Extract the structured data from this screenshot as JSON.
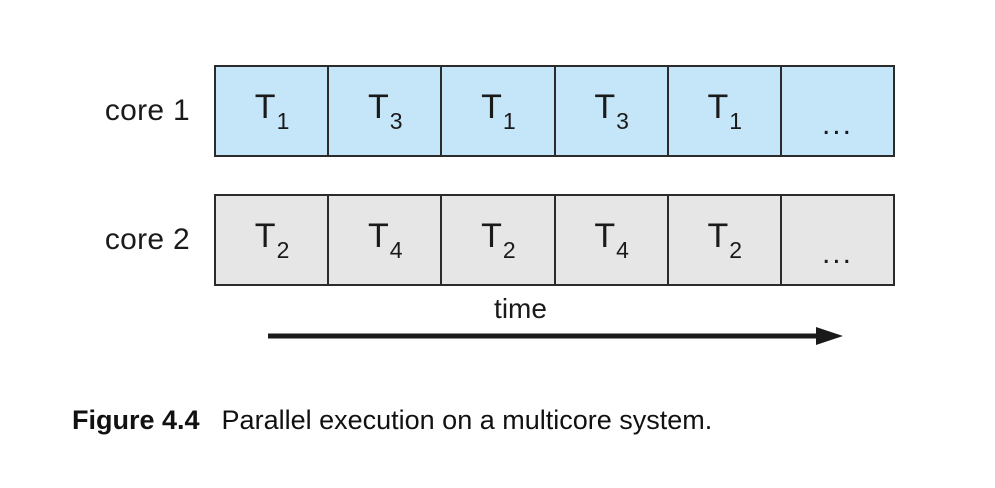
{
  "figure": {
    "caption_label": "Figure 4.4",
    "caption_text": "Parallel execution on a multicore system.",
    "time_axis_label": "time",
    "arrow_icon": "right-arrow-icon"
  },
  "colors": {
    "core1_fill": "#c5e6f9",
    "core2_fill": "#e6e6e6",
    "stroke": "#2b2b2b",
    "text": "#1a1a1a",
    "background": "#ffffff"
  },
  "diagram": {
    "type": "timeline-gantt",
    "rows": [
      {
        "label": "core 1",
        "fill": "#c5e6f9",
        "slots": [
          {
            "base": "T",
            "sub": "1",
            "ellipsis": false
          },
          {
            "base": "T",
            "sub": "3",
            "ellipsis": false
          },
          {
            "base": "T",
            "sub": "1",
            "ellipsis": false
          },
          {
            "base": "T",
            "sub": "3",
            "ellipsis": false
          },
          {
            "base": "T",
            "sub": "1",
            "ellipsis": false
          },
          {
            "base": "...",
            "sub": "",
            "ellipsis": true
          }
        ]
      },
      {
        "label": "core 2",
        "fill": "#e6e6e6",
        "slots": [
          {
            "base": "T",
            "sub": "2",
            "ellipsis": false
          },
          {
            "base": "T",
            "sub": "4",
            "ellipsis": false
          },
          {
            "base": "T",
            "sub": "2",
            "ellipsis": false
          },
          {
            "base": "T",
            "sub": "4",
            "ellipsis": false
          },
          {
            "base": "T",
            "sub": "2",
            "ellipsis": false
          },
          {
            "base": "...",
            "sub": "",
            "ellipsis": true
          }
        ]
      }
    ]
  }
}
